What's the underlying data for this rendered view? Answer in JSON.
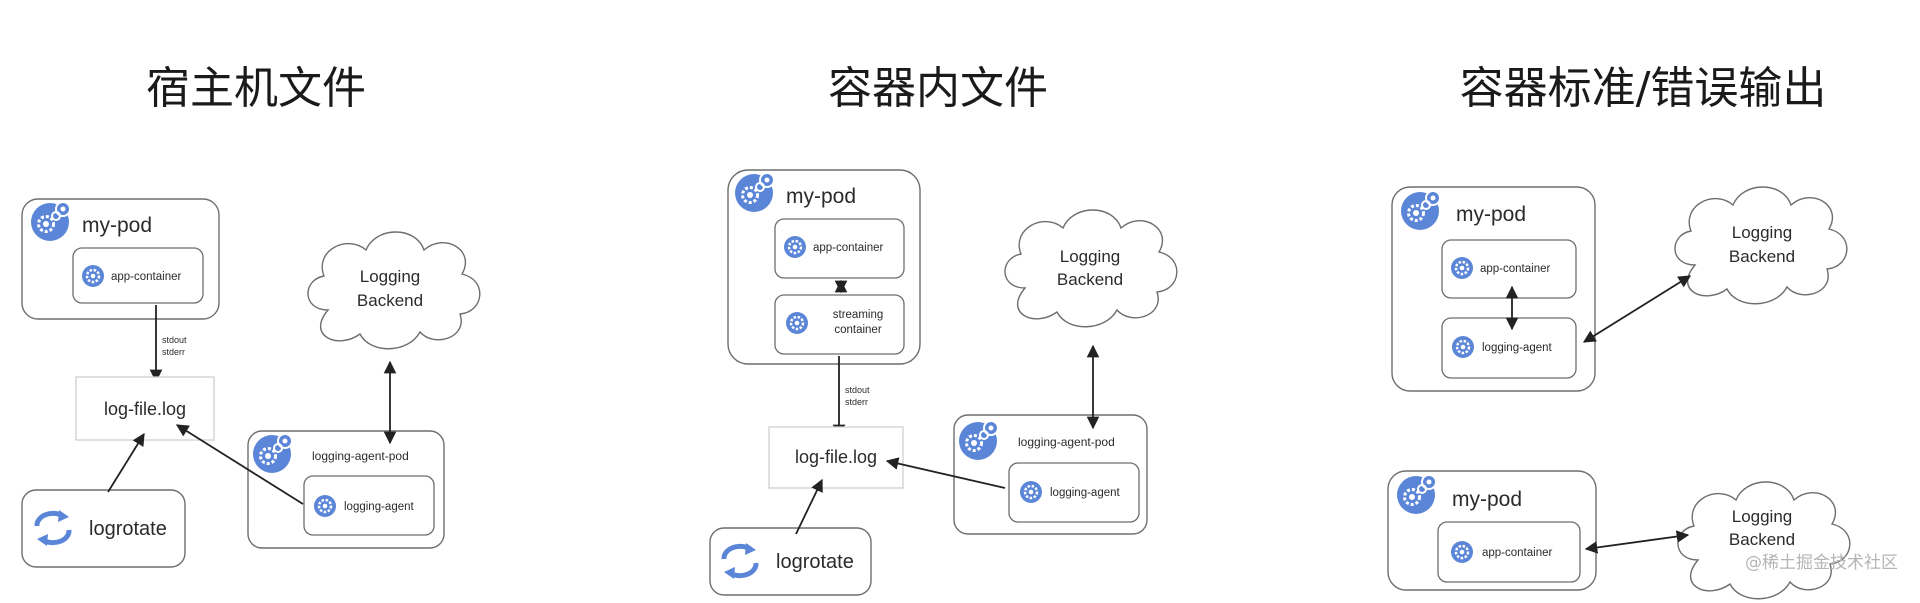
{
  "titles": {
    "host_file": "宿主机文件",
    "container_file": "容器内文件",
    "container_stdout": "容器标准/错误输出"
  },
  "labels": {
    "my_pod": "my-pod",
    "app_container": "app-container",
    "streaming_container": [
      "streaming",
      "container"
    ],
    "logging_agent": "logging-agent",
    "logging_agent_pod": "logging-agent-pod",
    "log_file": "log-file.log",
    "logrotate": "logrotate",
    "logging_backend": [
      "Logging",
      "Backend"
    ],
    "stdout": "stdout",
    "stderr": "stderr"
  },
  "watermark": "@稀土掘金技术社区",
  "colors": {
    "icon_blue": "#5b86d8",
    "border": "#6e6e6e",
    "arrow": "#222222",
    "file_border": "#cfcfcf"
  },
  "icons": [
    "pod-gear-icon",
    "container-gear-icon",
    "logrotate-cycle-icon",
    "cloud-icon"
  ]
}
